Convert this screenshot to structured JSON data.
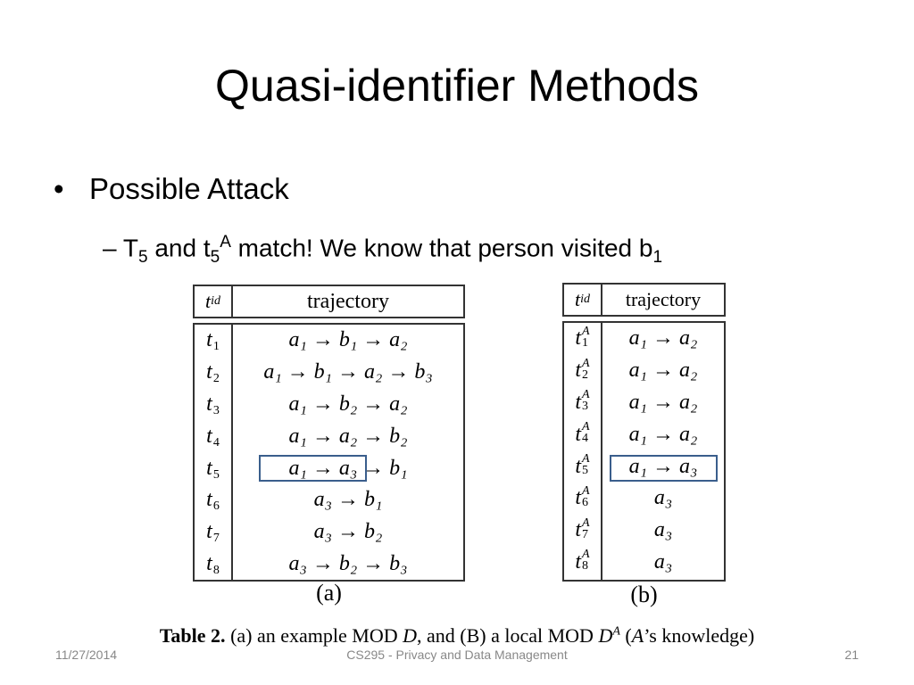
{
  "title": "Quasi-identifier Methods",
  "bullet": {
    "symbol": "•",
    "text": "Possible Attack"
  },
  "sub_bullet": {
    "dash": "–",
    "t_upper": "T",
    "t_upper_sub": "5",
    "and": "and",
    "t_lower": "t",
    "t_lower_sub": "5",
    "t_lower_sup": "A",
    "rest": "match! We know that person visited b",
    "rest_sub": "1"
  },
  "table_a": {
    "header_id": "t",
    "header_id_sub": "id",
    "header_traj": "trajectory",
    "rows": [
      {
        "id": "t",
        "id_sub": "1",
        "traj": "a₁ → b₁ → a₂"
      },
      {
        "id": "t",
        "id_sub": "2",
        "traj": "a₁ → b₁ → a₂ → b₃"
      },
      {
        "id": "t",
        "id_sub": "3",
        "traj": "a₁ → b₂ → a₂"
      },
      {
        "id": "t",
        "id_sub": "4",
        "traj": "a₁ → a₂ → b₂"
      },
      {
        "id": "t",
        "id_sub": "5",
        "traj": "a₁ → a₃ → b₁"
      },
      {
        "id": "t",
        "id_sub": "6",
        "traj": "a₃ → b₁"
      },
      {
        "id": "t",
        "id_sub": "7",
        "traj": "a₃ → b₂"
      },
      {
        "id": "t",
        "id_sub": "8",
        "traj": "a₃ → b₂ → b₃"
      }
    ],
    "label": "(a)"
  },
  "table_b": {
    "header_id": "t",
    "header_id_sub": "id",
    "header_traj": "trajectory",
    "rows": [
      {
        "id": "t",
        "id_sub": "1",
        "id_sup": "A",
        "traj": "a₁ → a₂"
      },
      {
        "id": "t",
        "id_sub": "2",
        "id_sup": "A",
        "traj": "a₁ → a₂"
      },
      {
        "id": "t",
        "id_sub": "3",
        "id_sup": "A",
        "traj": "a₁ → a₂"
      },
      {
        "id": "t",
        "id_sub": "4",
        "id_sup": "A",
        "traj": "a₁ → a₂"
      },
      {
        "id": "t",
        "id_sub": "5",
        "id_sup": "A",
        "traj": "a₁ → a₃"
      },
      {
        "id": "t",
        "id_sub": "6",
        "id_sup": "A",
        "traj": "a₃"
      },
      {
        "id": "t",
        "id_sub": "7",
        "id_sup": "A",
        "traj": "a₃"
      },
      {
        "id": "t",
        "id_sub": "8",
        "id_sup": "A",
        "traj": "a₃"
      }
    ],
    "label": "(b)"
  },
  "table_caption": {
    "bold": "Table 2.",
    "text1": "(a) an example MOD",
    "d1": "D",
    "text2": ", and (B) a local MOD",
    "d2": "D",
    "d2_sup": "A",
    "text3": "(",
    "a": "A",
    "text4": "’s knowledge)"
  },
  "footer": {
    "date": "11/27/2014",
    "course": "CS295 - Privacy and Data Management",
    "page": "21"
  },
  "colors": {
    "highlight": "#3a5e8c",
    "footer_text": "#888888"
  }
}
